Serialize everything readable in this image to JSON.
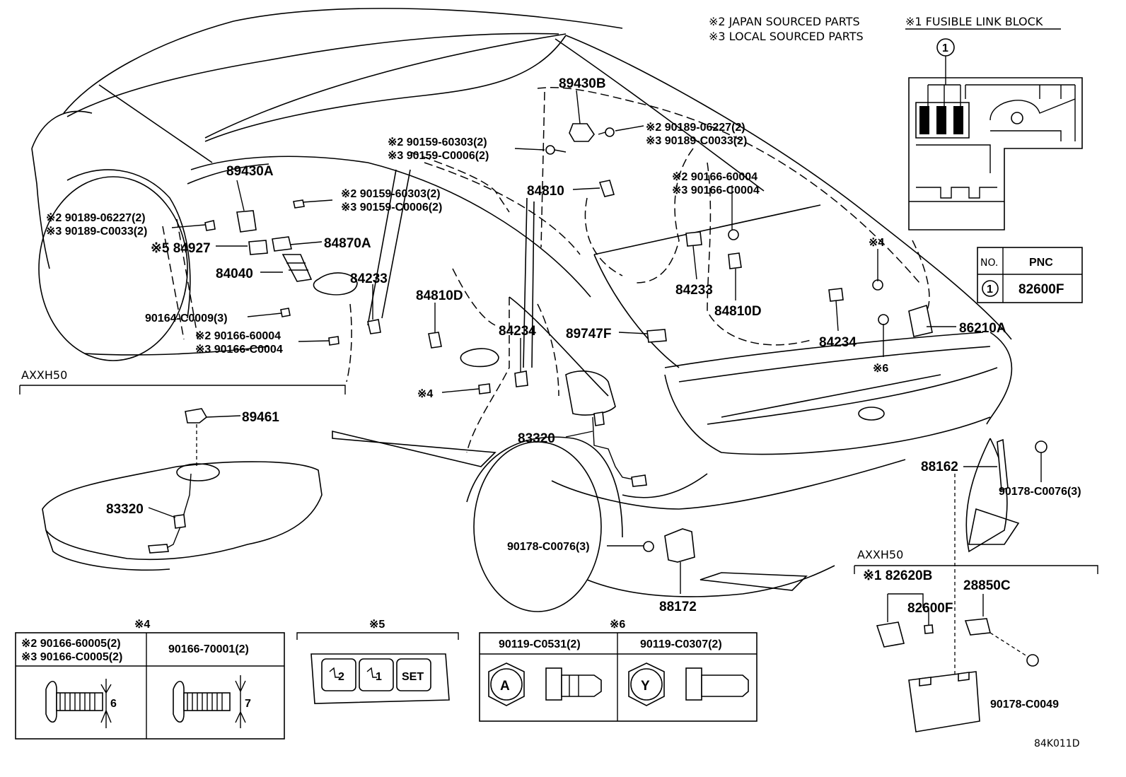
{
  "legend": {
    "japan": "※2 JAPAN SOURCED PARTS",
    "local": "※3 LOCAL SOURCED PARTS",
    "fusible": "※1 FUSIBLE LINK BLOCK"
  },
  "fusible_block": {
    "callout": "1",
    "table_no_header": "NO.",
    "table_pnc_header": "PNC",
    "row_no": "1",
    "row_pnc": "82600F"
  },
  "labels": {
    "p89430B": "89430B",
    "p89430A": "89430A",
    "b2_90189_top": "※2 90189-06227(2)",
    "b3_90189_top": "※3 90189-C0033(2)",
    "b2_90159_top": "※2 90159-60303(2)",
    "b3_90159_top": "※3 90159-C0006(2)",
    "p84810": "84810",
    "b2_90166_top": "※2 90166-60004",
    "b3_90166_top": "※3 90166-C0004",
    "b2_90159_left": "※2 90159-60303(2)",
    "b3_90159_left": "※3 90159-C0006(2)",
    "b2_90189_left": "※2 90189-06227(2)",
    "b3_90189_left": "※3 90189-C0033(2)",
    "p84927": "※5 84927",
    "p84870A": "84870A",
    "p84040": "84040",
    "p84233_left": "84233",
    "p84810D_mid": "84810D",
    "p84233_right": "84233",
    "p84810D_right": "84810D",
    "note4_right": "※4",
    "p90164": "90164-C0009(3)",
    "b2_90166_mid": "※2 90166-60004",
    "b3_90166_mid": "※3 90166-C0004",
    "p84234_mid": "84234",
    "p89747F": "89747F",
    "p84234_right": "84234",
    "p86210A": "86210A",
    "note6": "※6",
    "note4_mid": "※4",
    "axxh50_left": "AXXH50",
    "p89461": "89461",
    "p83320_top": "83320",
    "p83320_left": "83320",
    "p88162": "88162",
    "p90178_right": "90178-C0076(3)",
    "p90178_mid": "90178-C0076(3)",
    "p88172": "88172",
    "axxh50_right": "AXXH50",
    "p82620B": "※1 82620B",
    "p28850C": "28850C",
    "p82600F": "82600F",
    "p90178_C0049": "90178-C0049",
    "code": "84K011D"
  },
  "box4": {
    "title": "※4",
    "col1_l1": "※2 90166-60005(2)",
    "col1_l2": "※3 90166-C0005(2)",
    "col2": "90166-70001(2)",
    "dim1": "6",
    "dim2": "7"
  },
  "box5": {
    "title": "※5",
    "btn2": "2",
    "btn1": "1",
    "btnset": "SET"
  },
  "box6": {
    "title": "※6",
    "col1": "90119-C0531(2)",
    "col2": "90119-C0307(2)",
    "mark1": "A",
    "mark2": "Y"
  }
}
